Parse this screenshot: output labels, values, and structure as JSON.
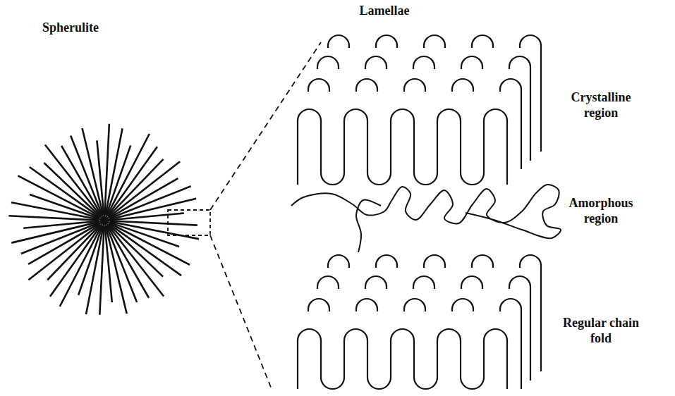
{
  "diagram": {
    "labels": [
      "Lamellae",
      "Spherulite",
      "Crystalline region",
      "Amorphous region",
      "Regular chain fold"
    ]
  }
}
